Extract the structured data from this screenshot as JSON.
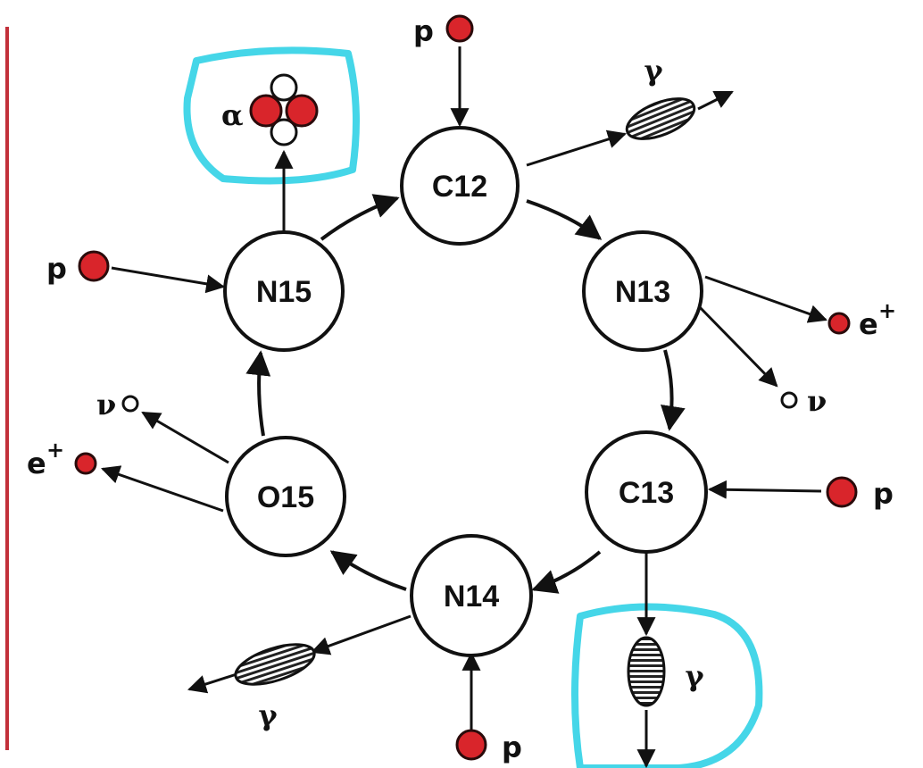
{
  "nodes": {
    "c12": "C12",
    "n13": "N13",
    "c13": "C13",
    "n14": "N14",
    "o15": "O15",
    "n15": "N15"
  },
  "particles": {
    "p": "p",
    "gamma": "γ",
    "nu": "ν",
    "positron": "e",
    "positron_sup": "+",
    "alpha": "α"
  },
  "colors": {
    "nucleon": "#d9252b",
    "highlight": "#45d6e8",
    "margin_rule": "#c2303a"
  }
}
